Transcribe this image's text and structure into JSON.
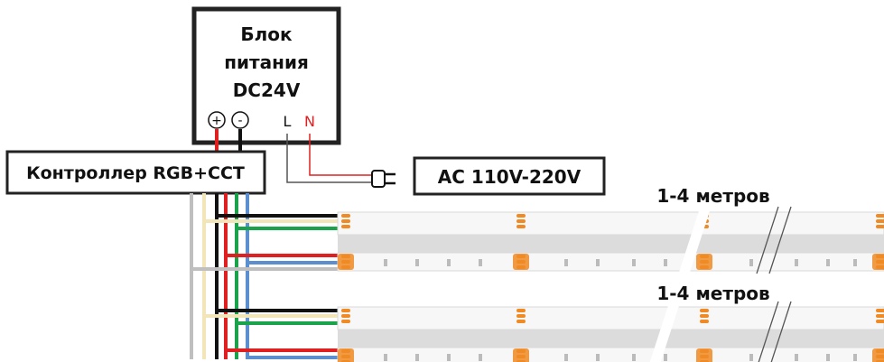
{
  "power_supply": {
    "line1": "Блок",
    "line2": "питания",
    "line3": "DC24V",
    "plus": "+",
    "minus": "-",
    "l": "L",
    "n": "N"
  },
  "controller": {
    "label": "Контроллер RGB+CCT"
  },
  "mains": {
    "label": "AC 110V-220V"
  },
  "strips": [
    {
      "length_label": "1-4 метров"
    },
    {
      "length_label": "1-4 метров"
    }
  ],
  "colors": {
    "red": "#e02020",
    "green": "#1aa34a",
    "blue": "#5b8fd0",
    "black": "#111111",
    "cream": "#f2e6b8",
    "gray": "#bfbfbf",
    "orange": "#f08a24"
  }
}
